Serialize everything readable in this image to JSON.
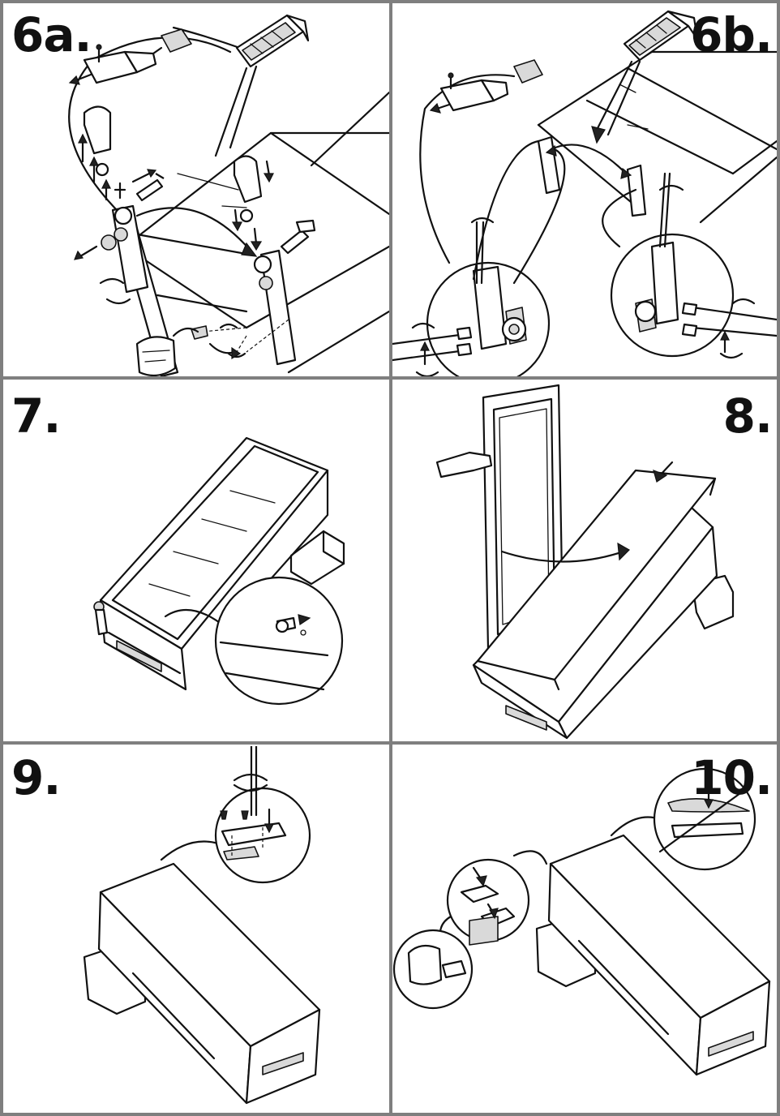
{
  "colors": {
    "frame": "#7f7f7f",
    "ink": "#111111",
    "background": "#ffffff",
    "shade": "#d9d9d9"
  },
  "steps": [
    {
      "id": "6a",
      "label": "6a."
    },
    {
      "id": "6b",
      "label": "6b."
    },
    {
      "id": "7",
      "label": "7."
    },
    {
      "id": "8",
      "label": "8."
    },
    {
      "id": "9",
      "label": "9."
    },
    {
      "id": "10",
      "label": "10."
    }
  ],
  "icons": [
    "hinge-bracket-icon",
    "screw-icon",
    "arrow-icon",
    "rotation-arrow-icon",
    "screwdriver-icon",
    "bag-icon",
    "hand-icon",
    "cabinet-icon",
    "door-icon",
    "magnifier-circle-icon"
  ]
}
